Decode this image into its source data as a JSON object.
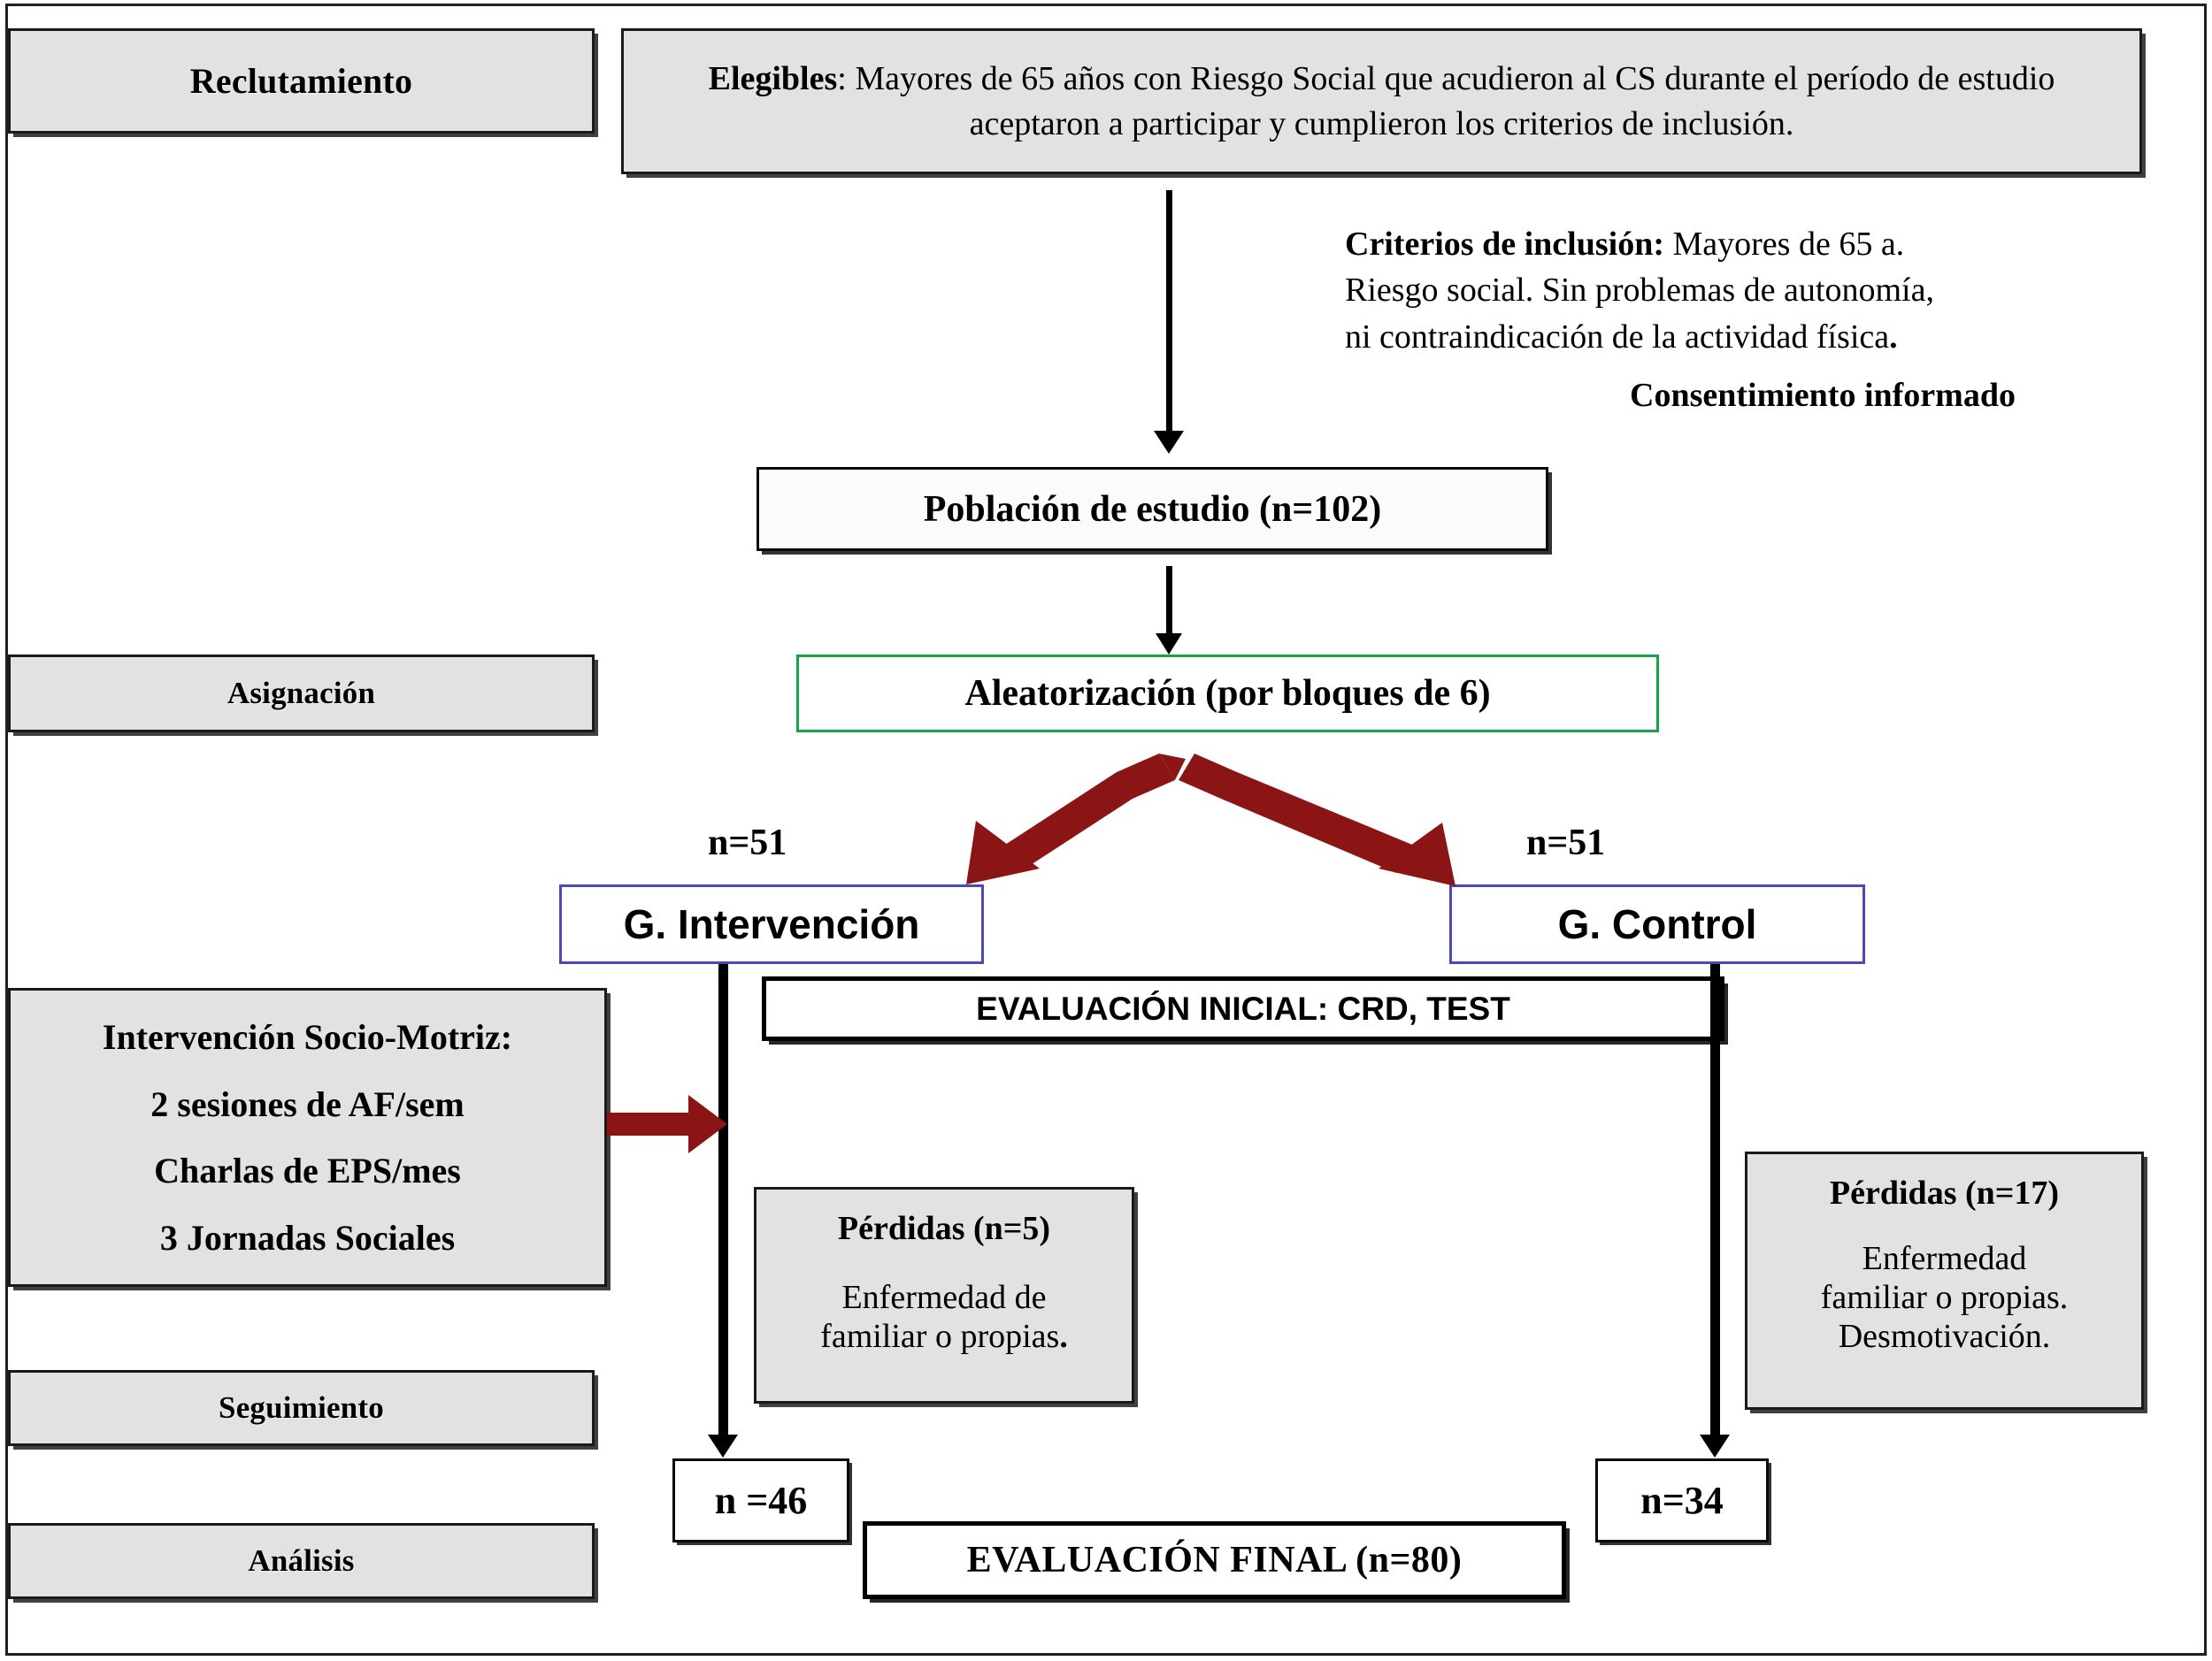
{
  "colors": {
    "grey_fill": "#e2e2e2",
    "dark_red_arrow": "#8b1515",
    "green_border": "#16a34a",
    "blue_border": "#4a49b8",
    "black": "#000000"
  },
  "stages": [
    {
      "label": "Reclutamiento"
    },
    {
      "label": "Asignación"
    },
    {
      "label": "Seguimiento"
    },
    {
      "label": "Análisis"
    }
  ],
  "eligible_box": {
    "lead": "Elegibles",
    "separator": ": ",
    "text": "Mayores de 65 años con Riesgo Social que acudieron al CS durante el período de estudio aceptaron a participar y cumplieron los criterios de inclusión."
  },
  "inclusion_criteria": {
    "lead": "Criterios de inclusión:",
    "line1": " Mayores de 65 a.",
    "line2": "Riesgo social. Sin problemas de autonomía,",
    "line3": "ni contraindicación de la actividad física",
    "line3_end": ".",
    "consent": "Consentimiento informado"
  },
  "population_box": {
    "label": "Población de estudio (n=102)"
  },
  "randomization_box": {
    "label": "Aleatorización (por bloques de 6)"
  },
  "branch_labels": {
    "left_n": "n=51",
    "right_n": "n=51"
  },
  "groups": {
    "intervention": {
      "label": "G. Intervención"
    },
    "control": {
      "label": "G. Control"
    }
  },
  "initial_evaluation": {
    "label": "EVALUACIÓN INICIAL: CRD, TEST"
  },
  "intervention_detail": {
    "title": "Intervención Socio-Motriz:",
    "item1": "2 sesiones de AF/sem",
    "item2": "Charlas de EPS/mes",
    "item3": "3 Jornadas Sociales"
  },
  "losses_left": {
    "title": "Pérdidas (n=5)",
    "line1": "Enfermedad de",
    "line2": "familiar o propias",
    "line2_end": "."
  },
  "losses_right": {
    "title": "Pérdidas (n=17)",
    "line1": "Enfermedad",
    "line2": "familiar o propias.",
    "line3": "Desmotivación."
  },
  "final_counts": {
    "left": "n =46",
    "right": "n=34"
  },
  "final_evaluation": {
    "label": "EVALUACIÓN FINAL (n=80)"
  }
}
